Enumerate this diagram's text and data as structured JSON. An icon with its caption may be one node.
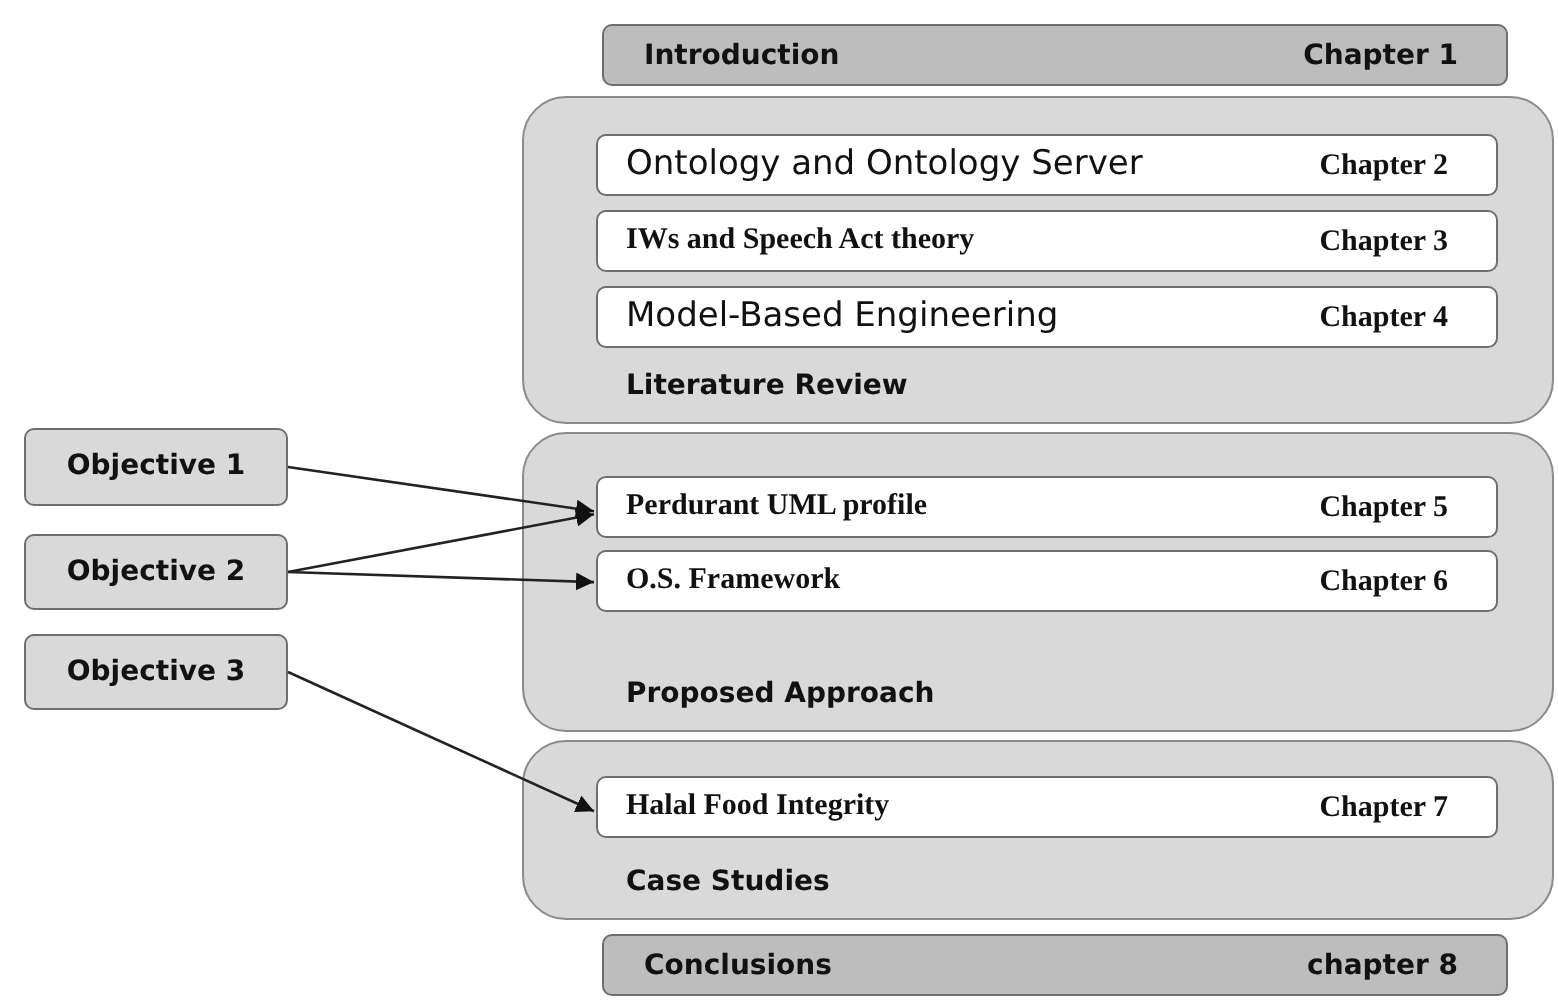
{
  "diagram": {
    "nodes": [
      {
        "text": [
          "Introduction",
          "Chapter 1"
        ]
      },
      {
        "text": [
          "Literature Review"
        ]
      },
      {
        "text": [
          "Ontology and Ontology Server",
          "Chapter 2"
        ],
        "in": 1
      },
      {
        "text": [
          "IWs and Speech Act theory",
          "Chapter 3"
        ],
        "in": 1
      },
      {
        "text": [
          "Model-Based Engineering",
          "Chapter 4"
        ],
        "in": 1
      },
      {
        "text": [
          "Proposed Approach"
        ]
      },
      {
        "text": [
          "Perdurant UML profile",
          "Chapter 5"
        ],
        "in": 5
      },
      {
        "text": [
          "O.S. Framework",
          "Chapter 6"
        ],
        "in": 5
      },
      {
        "text": [
          "Case Studies"
        ]
      },
      {
        "text": [
          "Halal Food Integrity",
          "Chapter 7"
        ],
        "in": 8
      },
      {
        "text": [
          "Conclusions",
          "chapter 8"
        ]
      },
      {
        "text": [
          "Objective 1"
        ]
      },
      {
        "text": [
          "Objective 2"
        ]
      },
      {
        "text": [
          "Objective 3"
        ]
      }
    ],
    "edges": [
      {
        "from": 11,
        "to": 6,
        "arrow": "to"
      },
      {
        "from": 12,
        "to": 6,
        "arrow": "to"
      },
      {
        "from": 12,
        "to": 7,
        "arrow": "to"
      },
      {
        "from": 13,
        "to": 9,
        "arrow": "to"
      }
    ]
  }
}
